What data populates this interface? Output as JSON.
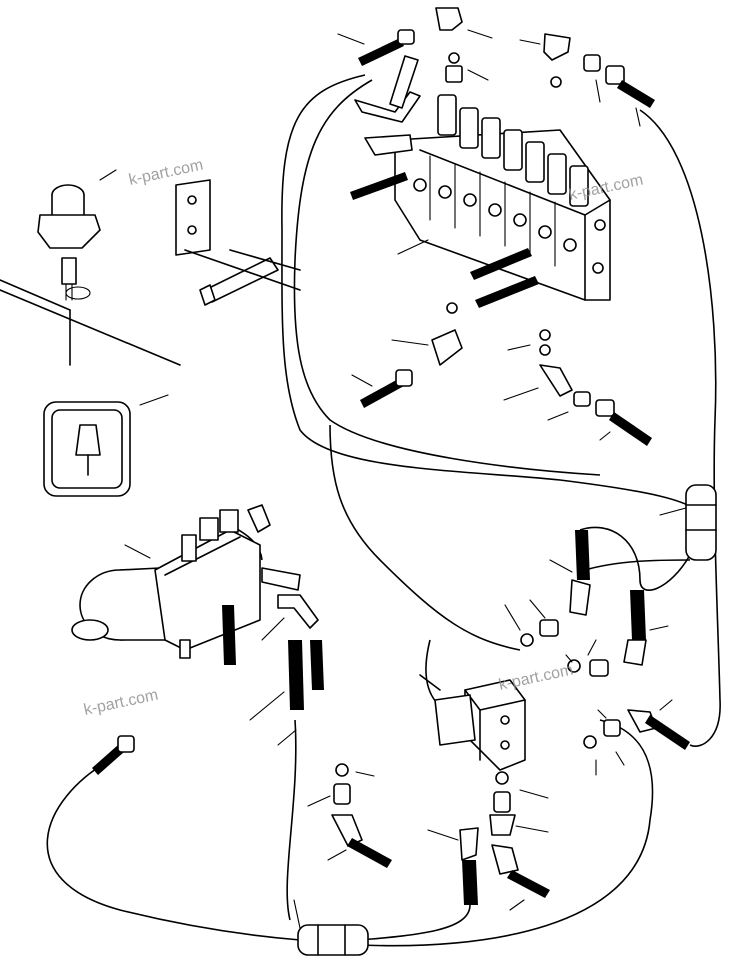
{
  "watermarks": [
    {
      "text": "k-part.com"
    },
    {
      "text": "k-part.com"
    },
    {
      "text": "k-part.com"
    },
    {
      "text": "k-part.com"
    }
  ],
  "colors": {
    "line": "#000000",
    "background": "#ffffff",
    "watermark": "#8a8a8a"
  }
}
